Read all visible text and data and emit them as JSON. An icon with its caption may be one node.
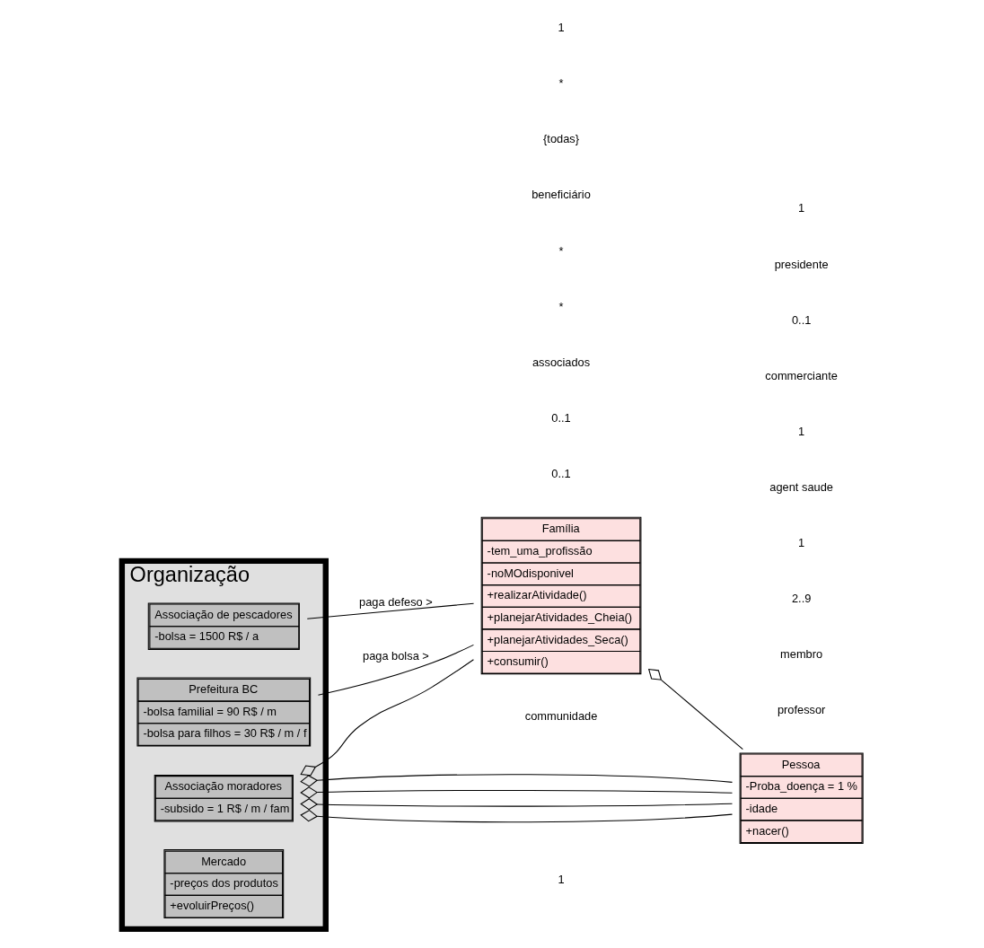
{
  "diagram": {
    "nodes": [
      {
        "text": [
          "Organização"
        ]
      },
      {
        "text": [
          "Associação de pescadores",
          "-bolsa = 1500 R$ / a"
        ],
        "in": 0
      },
      {
        "text": [
          "Prefeitura BC",
          "-bolsa familial = 90 R$ / m",
          "-bolsa para filhos = 30 R$ / m / f"
        ],
        "in": 0
      },
      {
        "text": [
          "Associação moradores",
          "-subsido = 1 R$ / m / fam"
        ],
        "in": 0
      },
      {
        "text": [
          "Mercado",
          "-preços dos produtos",
          "+evoluirPreços()"
        ],
        "in": 0
      },
      {
        "text": [
          "Família",
          "-tem_uma_profissão",
          "-noMOdisponivel",
          "+realizarAtividade()",
          "+planejarAtividades_Cheia()",
          "+planejarAtividades_Seca()",
          "+consumir()"
        ]
      },
      {
        "text": [
          "Pessoa",
          "-Proba_doença = 1 %",
          "-idade",
          "+nacer()"
        ]
      }
    ],
    "edges": [
      {
        "from": 1,
        "to": 5,
        "arrow": "none",
        "label": "paga defeso >"
      },
      {
        "from": 2,
        "to": 5,
        "arrow": "none",
        "label": "paga bolsa >"
      },
      {
        "from": 3,
        "to": 5,
        "arrow": "other"
      },
      {
        "from": 5,
        "to": 6,
        "arrow": "other"
      },
      {
        "from": 3,
        "to": 6,
        "arrow": "other"
      },
      {
        "from": 3,
        "to": 6,
        "arrow": "other"
      },
      {
        "from": 3,
        "to": 6,
        "arrow": "other"
      },
      {
        "from": 3,
        "to": 6,
        "arrow": "other"
      }
    ],
    "labels": [
      "0..1",
      "associados",
      "*",
      "0..1",
      "*",
      "beneficiário",
      "1",
      "{todas}",
      "communidade",
      "*",
      "1",
      "professor",
      "membro",
      "2..9",
      "1",
      "agent saude",
      "1",
      "commerciante",
      "0..1",
      "presidente",
      "1"
    ]
  }
}
